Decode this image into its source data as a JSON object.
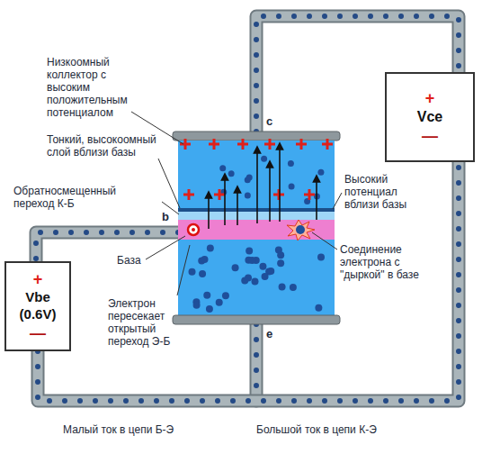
{
  "diagram": {
    "nodes": [
      {
        "text": [
          "+",
          "Vbe",
          "(0.6V)",
          "—"
        ]
      },
      {
        "text": [
          "+",
          "Vce",
          "—"
        ]
      }
    ],
    "edges": [
      {
        "from": 0,
        "to": 1,
        "arrow": "none"
      }
    ],
    "labels": [
      "Низкоомный коллектор с высоким положительным потенциалом",
      "Тонкий, высокоомный слой вблизи базы",
      "Обратносмещенный переход К-Б",
      "База",
      "Электрон пересекает открытый переход Э-Б",
      "Высокий потенциал вблизи базы",
      "Соединение электрона с \"дыркой\" в базе",
      "Малый ток в цепи Б-Э",
      "Большой ток в цепи К-Э",
      "c",
      "b",
      "e"
    ]
  }
}
